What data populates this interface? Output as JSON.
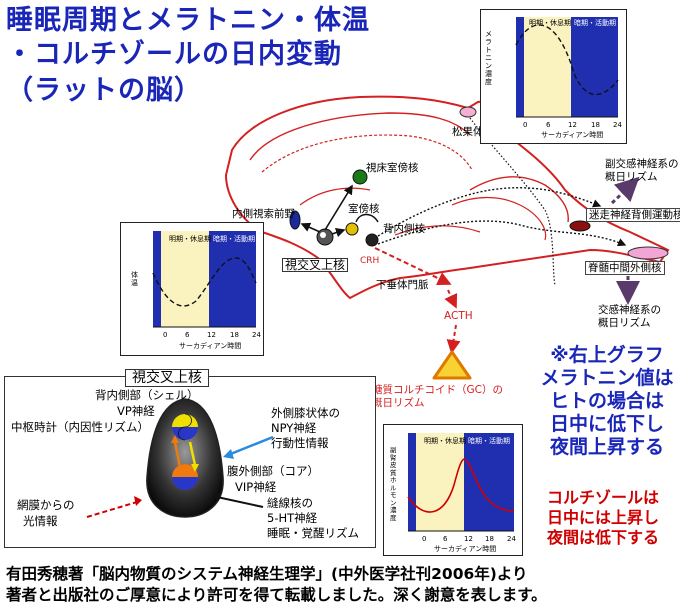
{
  "title": {
    "line1": "睡眠周期とメラトニン・体温",
    "line2": "・コルチゾールの日内変動",
    "line3": "（ラットの脳）"
  },
  "brain_labels": {
    "pineal": "松果体",
    "pvt": "視床室傍核",
    "mpo": "内側視索前野",
    "pvn": "室傍核",
    "dmh": "背内側核",
    "scn": "視交叉上核",
    "crh": "CRH",
    "portal": "下垂体門脈",
    "acth": "ACTH",
    "gc_line1": "糖質コルチコイド（GC）の",
    "gc_line2": "概日リズム",
    "vagal": "迷走神経背側運動核",
    "iml": "脊髄中間外側核",
    "para_line1": "副交感神経系の",
    "para_line2": "概日リズム",
    "symp_line1": "交感神経系の",
    "symp_line2": "概日リズム"
  },
  "graphs": {
    "light_label": "明期・休息期",
    "dark_label": "暗期・活動期",
    "xaxis_label": "サーカディアン時間",
    "ticks": [
      "0",
      "6",
      "12",
      "18",
      "24"
    ],
    "melatonin_ylabel": "メラトニン濃度",
    "temp_ylabel": "体温",
    "cortisol_ylabel": "副腎皮質ホルモン濃度"
  },
  "scn_box": {
    "title": "視交叉上核",
    "dorsomedial_line1": "背内側部（シェル）",
    "dorsomedial_line2": "VP神経",
    "clock": "中枢時計（内因性リズム）",
    "lgn_line1": "外側膝状体の",
    "lgn_line2": "NPY神経",
    "lgn_line3": "行動性情報",
    "ventrolateral_line1": "腹外側部（コア）",
    "ventrolateral_line2": "VIP神経",
    "retina_line1": "網膜からの",
    "retina_line2": "光情報",
    "raphe_line1": "縫線核の",
    "raphe_line2": "5-HT神経",
    "raphe_line3": "睡眠・覚醒リズム"
  },
  "notes": {
    "melatonin": [
      "※右上グラフ",
      "メラトニン値は",
      "ヒトの場合は",
      "日中に低下し",
      "夜間上昇する"
    ],
    "cortisol": [
      "コルチゾールは",
      "日中には上昇し",
      "夜間は低下する"
    ]
  },
  "credit": {
    "line1": "有田秀穂著「脳内物質のシステム神経生理学」(中外医学社刊2006年)より",
    "line2": "著者と出版社のご厚意により許可を得て転載しました。深く謝意を表します。"
  },
  "colors": {
    "title": "#1a26b8",
    "dark_phase": "#1f2fb0",
    "light_phase": "#fbf3bf",
    "brain_outline": "#d42020",
    "cortisol_curve": "#d00000"
  }
}
